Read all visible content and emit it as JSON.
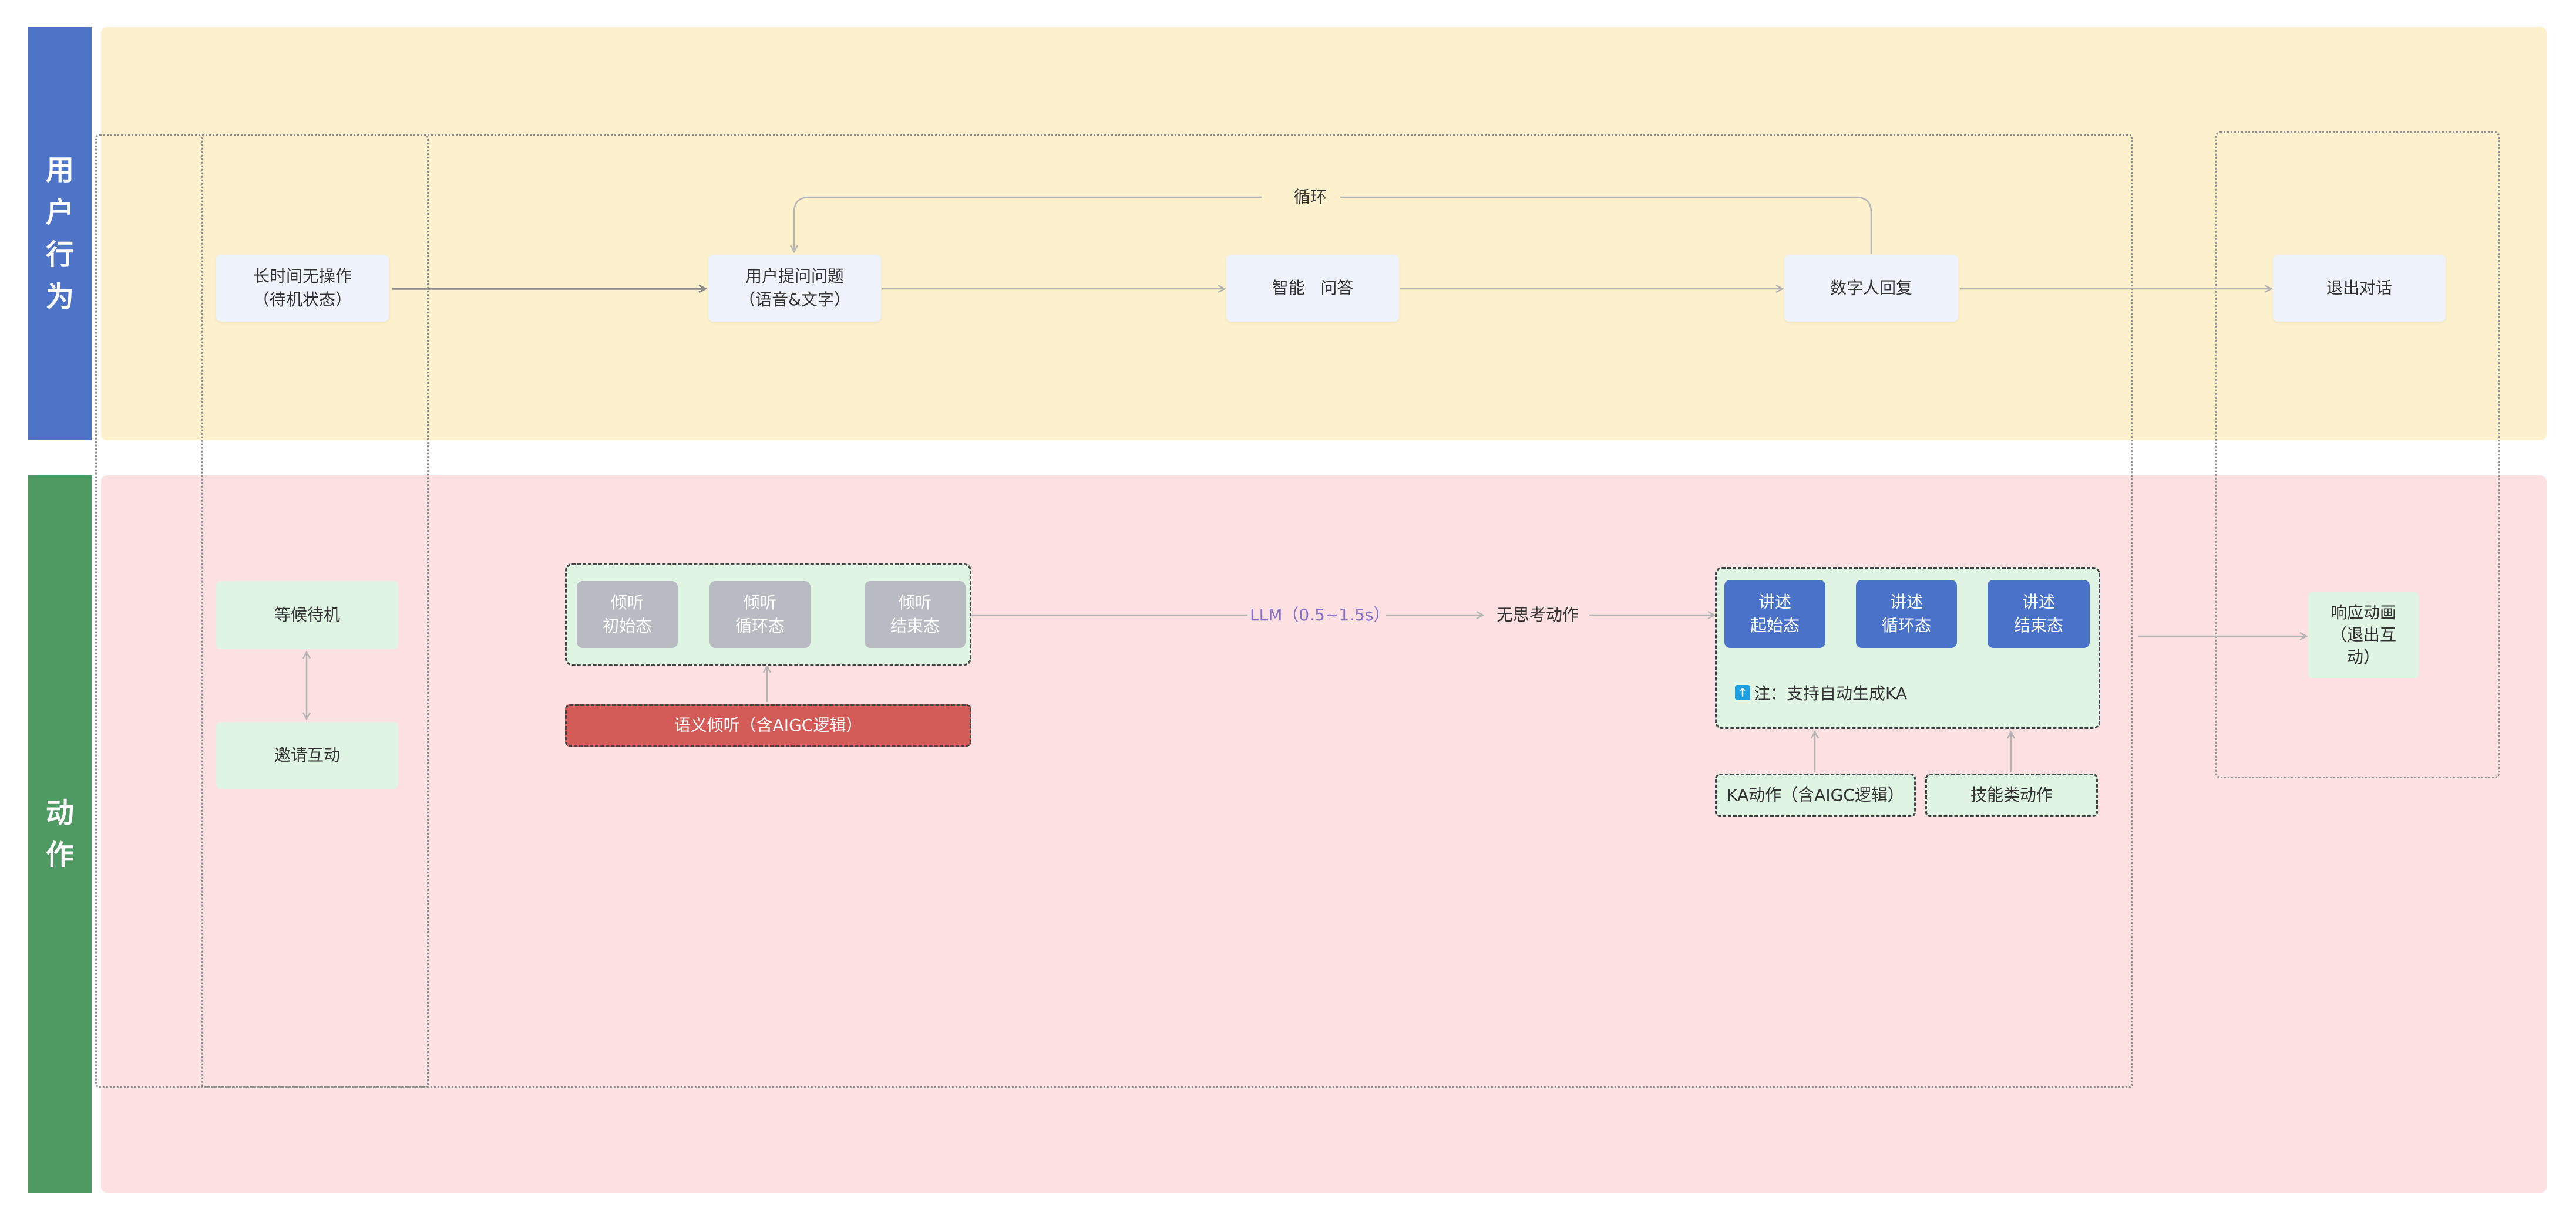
{
  "lanes": {
    "user": {
      "label": "用户行为",
      "color": "#4e74c8",
      "bg": "#fdf0cc"
    },
    "action": {
      "label": "动作",
      "color": "#4f9a63",
      "bg": "#fde1e2"
    }
  },
  "nodes": {
    "idle": "长时间无操作\n（待机状态）",
    "ask": "用户提问问题\n（语音&文字）",
    "qa": "智能   问答",
    "reply": "数字人回复",
    "exit": "退出对话",
    "wait": "等候待机",
    "invite": "邀请互动",
    "listen_start": "倾听\n初始态",
    "listen_loop": "倾听\n循环态",
    "listen_end": "倾听\n结束态",
    "semantic_listen": "语义倾听（含AIGC逻辑）",
    "talk_start": "讲述\n起始态",
    "talk_loop": "讲述\n循环态",
    "talk_end": "讲述\n结束态",
    "ka_action": "KA动作（含AIGC逻辑）",
    "skill_action": "技能类动作",
    "response_anim": "响应动画\n（退出互\n动）"
  },
  "labels": {
    "loop": "循环",
    "llm": "LLM（0.5~1.5s）",
    "no_think": "无思考动作",
    "note_icon": "↑",
    "note": "注：支持自动生成KA"
  },
  "colors": {
    "arrow": "#b5b5b5",
    "blue_node": "#4a72c9",
    "grey_node": "#b8bcc2",
    "red_node": "#d35b57",
    "green_node": "#dff4e3"
  }
}
